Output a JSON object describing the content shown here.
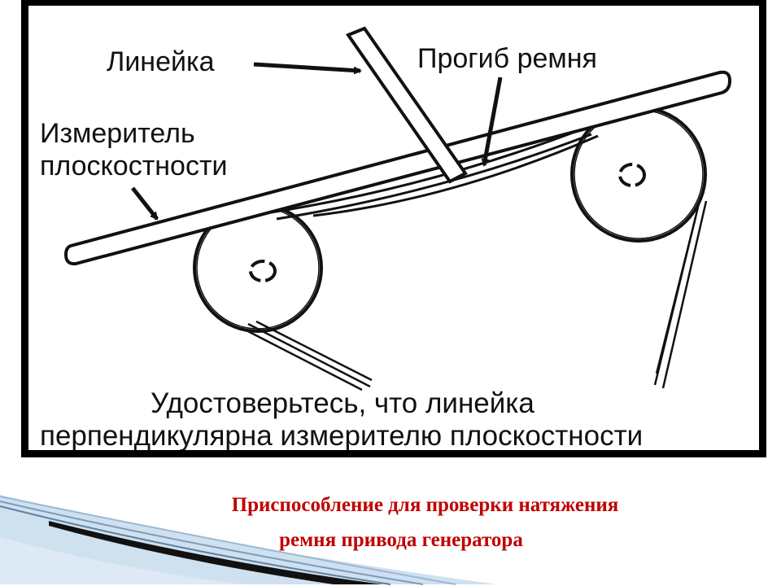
{
  "diagram": {
    "labels": {
      "ruler": "Линейка",
      "belt_deflection": "Прогиб ремня",
      "flatness_gauge_line1": "Измеритель",
      "flatness_gauge_line2": "плоскостности",
      "instruction_line1": "Удостоверьтесь, что линейка",
      "instruction_line2": "перпендикулярна измерителю плоскостности"
    }
  },
  "caption": {
    "line1": "Приспособление для проверки натяжения",
    "line2": "ремня привода генератора",
    "color": "#c00000"
  },
  "colors": {
    "ink": "#111111",
    "frame": "#000000",
    "background": "#ffffff"
  }
}
